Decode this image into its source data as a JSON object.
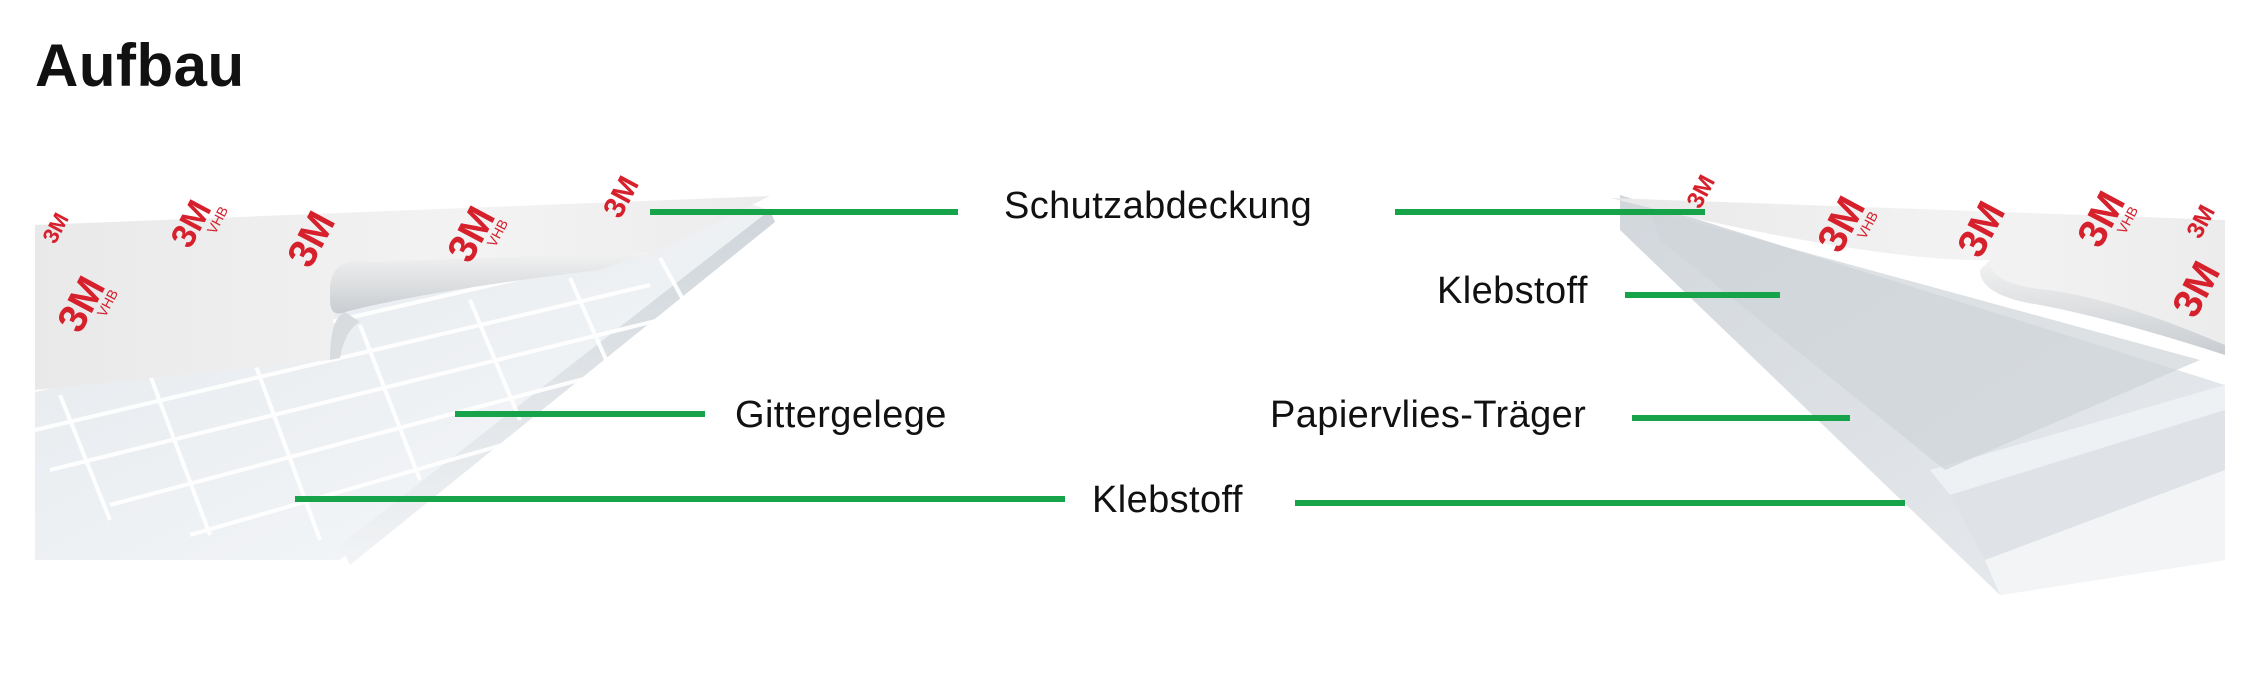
{
  "heading": "Aufbau",
  "labels": {
    "schutzabdeckung": "Schutzabdeckung",
    "klebstoff_top": "Klebstoff",
    "gittergelege": "Gittergelege",
    "papiervlies_traeger": "Papiervlies-Träger",
    "klebstoff_bottom": "Klebstoff"
  },
  "liner_print": {
    "brand": "3M",
    "product_code": "VHB"
  },
  "colors": {
    "leader_line": "#16a349",
    "print_red": "#d6202c",
    "heading_text": "#111111"
  }
}
